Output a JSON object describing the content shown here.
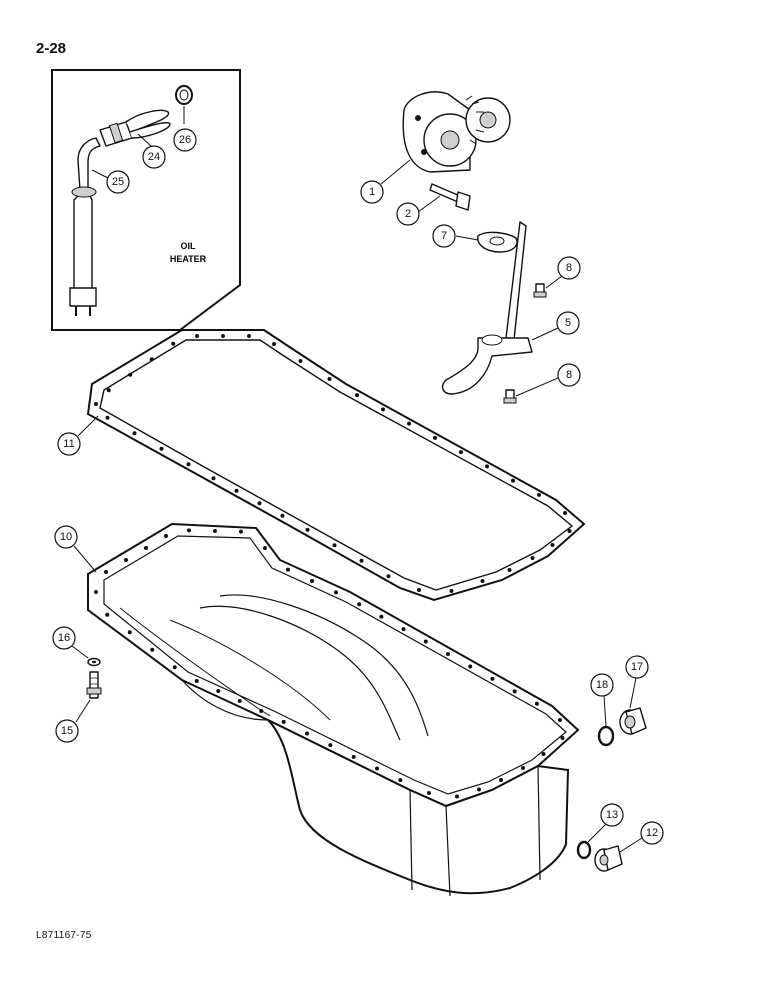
{
  "page_number": "2-28",
  "figure_code": "L871167-75",
  "inset": {
    "label_line1": "OIL",
    "label_line2": "HEATER"
  },
  "callouts": [
    {
      "id": "c1",
      "label": "1"
    },
    {
      "id": "c2",
      "label": "2"
    },
    {
      "id": "c5",
      "label": "5"
    },
    {
      "id": "c7",
      "label": "7"
    },
    {
      "id": "c8a",
      "label": "8"
    },
    {
      "id": "c8b",
      "label": "8"
    },
    {
      "id": "c10",
      "label": "10"
    },
    {
      "id": "c11",
      "label": "11"
    },
    {
      "id": "c12",
      "label": "12"
    },
    {
      "id": "c13",
      "label": "13"
    },
    {
      "id": "c15",
      "label": "15"
    },
    {
      "id": "c16",
      "label": "16"
    },
    {
      "id": "c17",
      "label": "17"
    },
    {
      "id": "c18",
      "label": "18"
    },
    {
      "id": "c24",
      "label": "24"
    },
    {
      "id": "c25",
      "label": "25"
    },
    {
      "id": "c26",
      "label": "26"
    }
  ]
}
